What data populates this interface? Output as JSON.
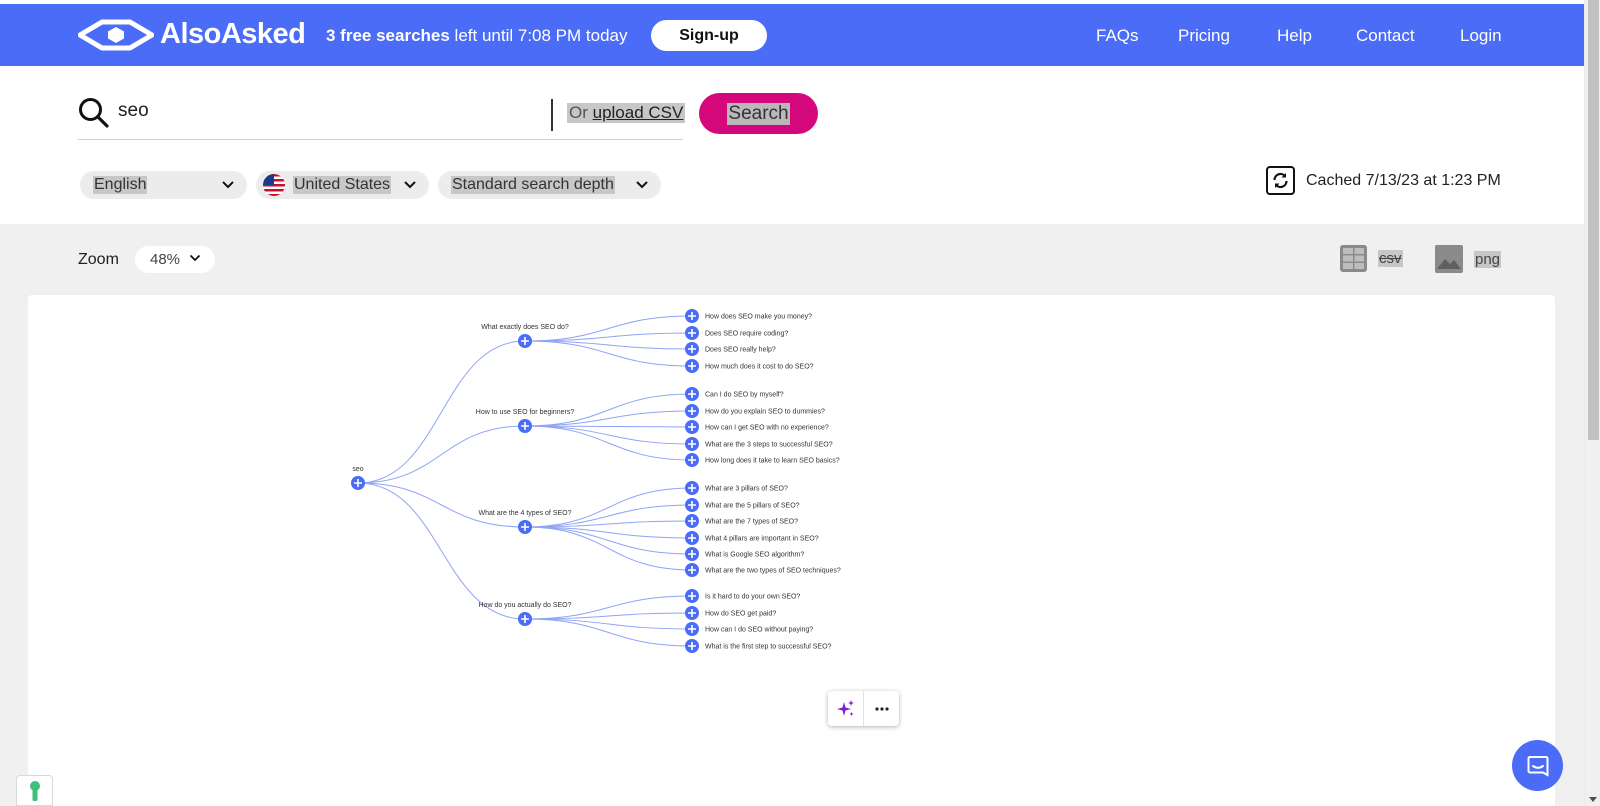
{
  "header": {
    "logo_text": "AlsoAsked",
    "promo_bold": "3 free searches",
    "promo_rest": " left until 7:08 PM today",
    "signup_label": "Sign-up",
    "nav": [
      "FAQs",
      "Pricing",
      "Help",
      "Contact",
      "Login"
    ]
  },
  "search": {
    "value": "seo",
    "upload_prefix": "Or ",
    "upload_link": "upload CSV",
    "button_label": "Search",
    "language": "English",
    "region": "United States",
    "depth": "Standard search depth",
    "cached_text": "Cached 7/13/23 at 1:23 PM"
  },
  "toolbar": {
    "zoom_label": "Zoom",
    "zoom_value": "48%",
    "csv_label": "csv",
    "png_label": "png"
  },
  "tree": {
    "root": "seo",
    "branches": [
      {
        "label": "What exactly does SEO do?",
        "children": [
          "How does SEO make you money?",
          "Does SEO require coding?",
          "Does SEO really help?",
          "How much does it cost to do SEO?"
        ]
      },
      {
        "label": "How to use SEO for beginners?",
        "children": [
          "Can I do SEO by myself?",
          "How do you explain SEO to dummies?",
          "How can I get SEO with no experience?",
          "What are the 3 steps to successful SEO?",
          "How long does it take to learn SEO basics?"
        ]
      },
      {
        "label": "What are the 4 types of SEO?",
        "children": [
          "What are 3 pillars of SEO?",
          "What are the 5 pillars of SEO?",
          "What are the 7 types of SEO?",
          "What 4 pillars are important in SEO?",
          "What is Google SEO algorithm?",
          "What are the two types of SEO techniques?"
        ]
      },
      {
        "label": "How do you actually do SEO?",
        "children": [
          "Is it hard to do your own SEO?",
          "How do SEO get paid?",
          "How can I do SEO without paying?",
          "What is the first step to successful SEO?"
        ]
      }
    ]
  },
  "colors": {
    "brand": "#4a6cf7",
    "search_button": "#d4087a",
    "node": "#4a6cf7",
    "link": "#8fa4f5"
  }
}
